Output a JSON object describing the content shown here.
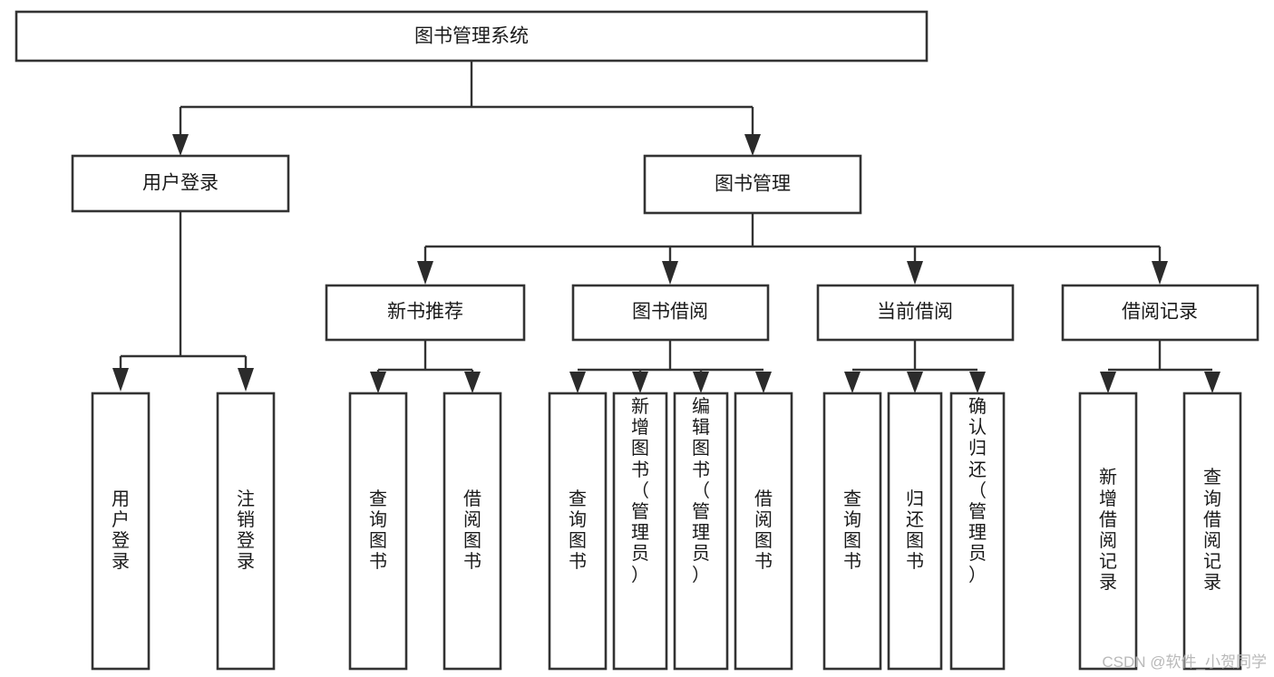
{
  "diagram": {
    "type": "tree-hierarchy-chart",
    "title": "图书管理系统",
    "watermark": "CSDN @软件_小贺同学",
    "colors": {
      "background": "#ffffff",
      "box_stroke": "#333333",
      "box_fill": "#ffffff",
      "connector": "#333333",
      "text": "#1a1a1a",
      "watermark": "#b9b9b9"
    },
    "levels": {
      "root": {
        "label": "图书管理系统"
      },
      "level2": [
        {
          "id": "user-login",
          "label": "用户登录"
        },
        {
          "id": "book-manage",
          "label": "图书管理"
        }
      ],
      "level3": [
        {
          "id": "new-book-recommend",
          "label": "新书推荐",
          "parent": "book-manage"
        },
        {
          "id": "book-borrow",
          "label": "图书借阅",
          "parent": "book-manage"
        },
        {
          "id": "current-borrow",
          "label": "当前借阅",
          "parent": "book-manage"
        },
        {
          "id": "borrow-record",
          "label": "借阅记录",
          "parent": "book-manage"
        }
      ],
      "leaves": [
        {
          "id": "leaf-user-login",
          "parent": "user-login",
          "label": "用户登录",
          "chars": [
            "用",
            "户",
            "登",
            "录"
          ]
        },
        {
          "id": "leaf-logout",
          "parent": "user-login",
          "label": "注销登录",
          "chars": [
            "注",
            "销",
            "登",
            "录"
          ]
        },
        {
          "id": "leaf-query-book-rec",
          "parent": "new-book-recommend",
          "label": "查询图书",
          "chars": [
            "查",
            "询",
            "图",
            "书"
          ]
        },
        {
          "id": "leaf-borrow-book-rec",
          "parent": "new-book-recommend",
          "label": "借阅图书",
          "chars": [
            "借",
            "阅",
            "图",
            "书"
          ]
        },
        {
          "id": "leaf-query-book-bor",
          "parent": "book-borrow",
          "label": "查询图书",
          "chars": [
            "查",
            "询",
            "图",
            "书"
          ]
        },
        {
          "id": "leaf-add-book",
          "parent": "book-borrow",
          "label": "新增图书（管理员）",
          "chars": [
            "新",
            "增",
            "图",
            "书",
            "（",
            "管",
            "理",
            "员",
            "）"
          ]
        },
        {
          "id": "leaf-edit-book",
          "parent": "book-borrow",
          "label": "编辑图书（管理员）",
          "chars": [
            "编",
            "辑",
            "图",
            "书",
            "（",
            "管",
            "理",
            "员",
            "）"
          ]
        },
        {
          "id": "leaf-borrow-book-bor",
          "parent": "book-borrow",
          "label": "借阅图书",
          "chars": [
            "借",
            "阅",
            "图",
            "书"
          ]
        },
        {
          "id": "leaf-query-book-cur",
          "parent": "current-borrow",
          "label": "查询图书",
          "chars": [
            "查",
            "询",
            "图",
            "书"
          ]
        },
        {
          "id": "leaf-return-book",
          "parent": "current-borrow",
          "label": "归还图书",
          "chars": [
            "归",
            "还",
            "图",
            "书"
          ]
        },
        {
          "id": "leaf-confirm-return",
          "parent": "current-borrow",
          "label": "确认归还（管理员）",
          "chars": [
            "确",
            "认",
            "归",
            "还",
            "（",
            "管",
            "理",
            "员",
            "）"
          ]
        },
        {
          "id": "leaf-add-record",
          "parent": "borrow-record",
          "label": "新增借阅记录",
          "chars": [
            "新",
            "增",
            "借",
            "阅",
            "记",
            "录"
          ]
        },
        {
          "id": "leaf-query-record",
          "parent": "borrow-record",
          "label": "查询借阅记录",
          "chars": [
            "查",
            "询",
            "借",
            "阅",
            "记",
            "录"
          ]
        }
      ]
    }
  }
}
